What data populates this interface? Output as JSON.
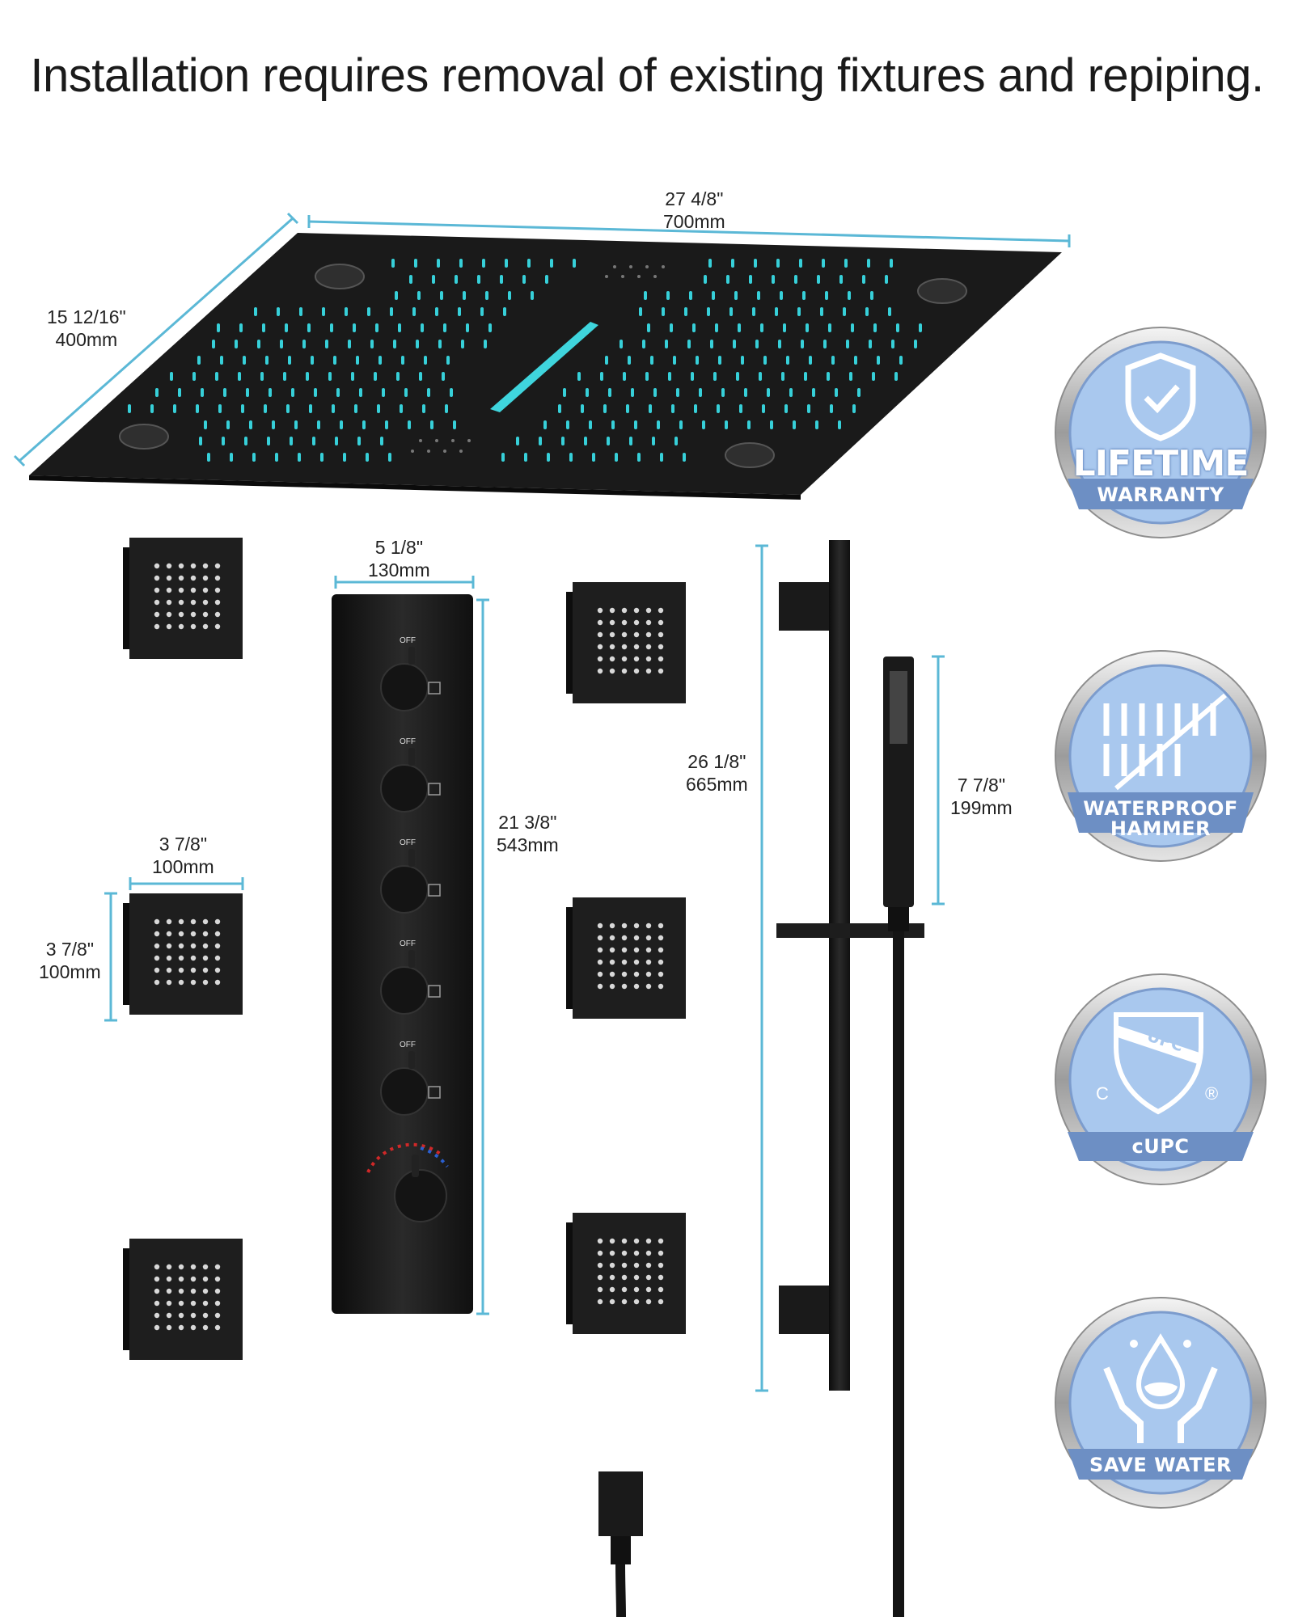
{
  "headline": "Installation requires removal of existing fixtures and repiping.",
  "colors": {
    "dimension_line": "#5bb8d6",
    "fixture": "#1c1c1c",
    "led": "#37d0d9",
    "badge_fill": "#a9c8ee",
    "badge_banner": "#6d8fc4",
    "badge_ring": "#c7c7c7"
  },
  "dimensions": {
    "rain_width": {
      "imperial": "27 4/8\"",
      "metric": "700mm"
    },
    "rain_depth": {
      "imperial": "15 12/16\"",
      "metric": "400mm"
    },
    "panel_width": {
      "imperial": "5 1/8\"",
      "metric": "130mm"
    },
    "panel_height": {
      "imperial": "21 3/8\"",
      "metric": "543mm"
    },
    "bar_height": {
      "imperial": "26 1/8\"",
      "metric": "665mm"
    },
    "handheld_length": {
      "imperial": "7 7/8\"",
      "metric": "199mm"
    },
    "jet_width": {
      "imperial": "3 7/8\"",
      "metric": "100mm"
    },
    "jet_height": {
      "imperial": "3 7/8\"",
      "metric": "100mm"
    }
  },
  "valve_labels": [
    "OFF",
    "OFF",
    "OFF",
    "OFF",
    "OFF"
  ],
  "badges": [
    {
      "icon": "shield-check-icon",
      "word": "LIFETIME",
      "label": "WARRANTY"
    },
    {
      "icon": "waterproof-lines-icon",
      "word": "",
      "label": "WATERPROOF HAMMER"
    },
    {
      "icon": "upc-shield-icon",
      "word": "",
      "label": "cUPC",
      "icon_text": "UPC",
      "c_mark": "C",
      "r_mark": "®"
    },
    {
      "icon": "water-drop-hands-icon",
      "word": "",
      "label": "SAVE WATER"
    }
  ]
}
